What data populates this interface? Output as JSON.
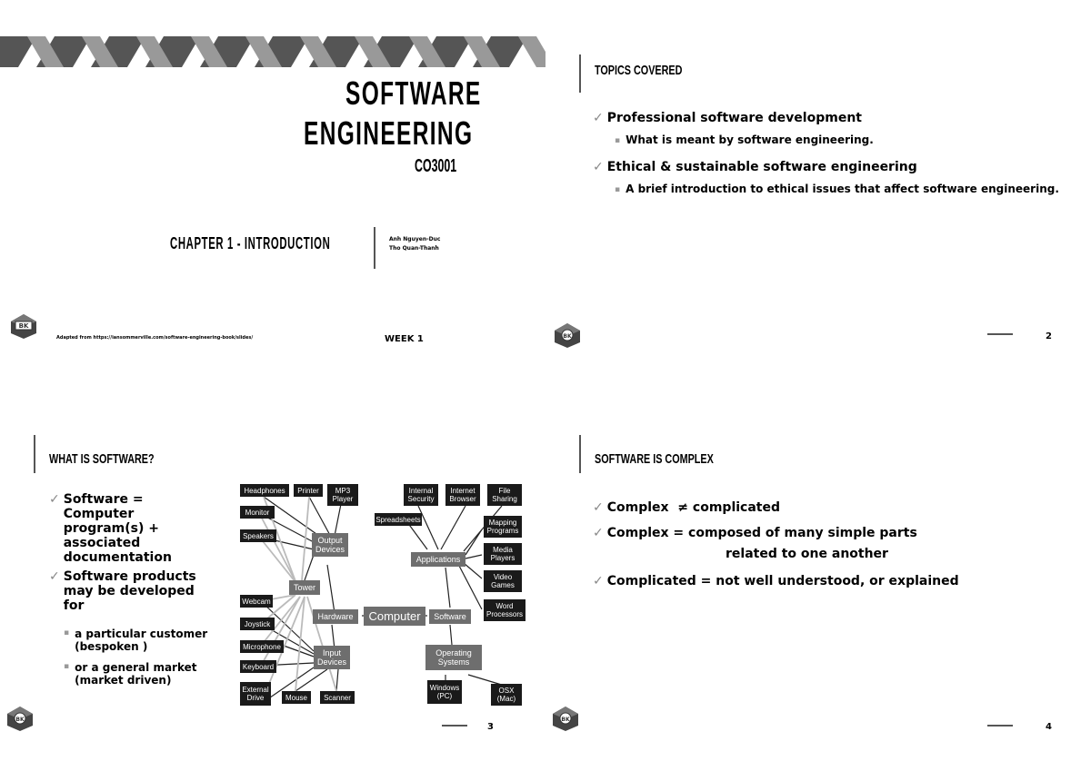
{
  "slide1": {
    "title_line1": "SOFTWARE",
    "title_line2": "ENGINEERING",
    "course_code": "CO3001",
    "chapter": "CHAPTER 1 - INTRODUCTION",
    "author1": "Anh Nguyen-Duc",
    "author2": "Tho Quan-Thanh",
    "adapted_from": "Adapted from https://iansommerville.com/software-engineering-book/slides/",
    "week": "WEEK 1"
  },
  "slide2": {
    "title": "TOPICS COVERED",
    "bullets": [
      {
        "text": "Professional software development",
        "sub": "What is meant by software engineering."
      },
      {
        "text": "Ethical & sustainable software engineering",
        "sub": "A brief introduction to ethical issues that affect software engineering."
      }
    ],
    "page": "2"
  },
  "slide3": {
    "title": "WHAT IS SOFTWARE?",
    "bullet1": "Software = Computer program(s) + associated documentation",
    "bullet2": "Software products may be developed for",
    "sub1": "a particular customer (bespoken )",
    "sub2": "or a general market (market driven)",
    "page": "3",
    "diagram": {
      "output": [
        "Headphones",
        "Printer",
        "MP3 Player",
        "Monitor",
        "Speakers"
      ],
      "output_devices": "Output Devices",
      "tower": "Tower",
      "input": [
        "Webcam",
        "Joystick",
        "Microphone",
        "Keyboard",
        "External Drive",
        "Mouse",
        "Scanner"
      ],
      "input_devices": "Input Devices",
      "hardware": "Hardware",
      "computer": "Computer",
      "software": "Software",
      "apps_top": [
        "Internal Security",
        "Internet Browser",
        "File Sharing"
      ],
      "spreadsheets": "Spreadsheets",
      "applications": "Applications",
      "apps_right": [
        "Mapping Programs",
        "Media Players",
        "Video Games",
        "Word Processors"
      ],
      "operating_systems": "Operating Systems",
      "os": [
        "Windows (PC)",
        "OSX (Mac)"
      ]
    }
  },
  "slide4": {
    "title": "SOFTWARE IS COMPLEX",
    "line1": "Complex  ≠ complicated",
    "line2a": "Complex = composed of many simple parts",
    "line2b": "related to one another",
    "line3": "Complicated = not well understood, or explained",
    "page": "4"
  }
}
